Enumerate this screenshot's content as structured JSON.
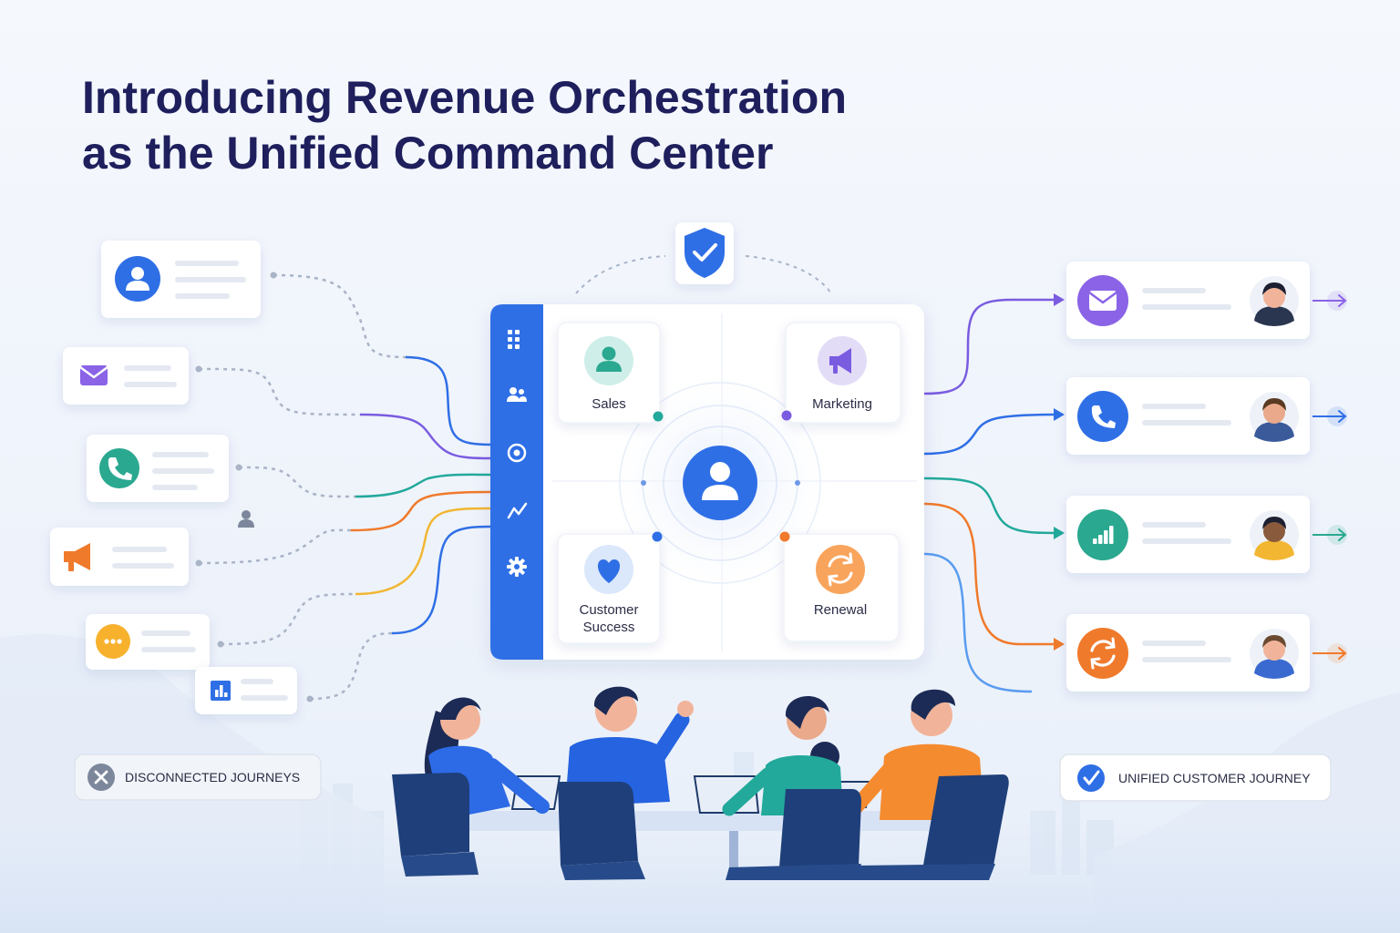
{
  "title": {
    "line1": "Introducing Revenue Orchestration",
    "line2": "as the Unified Command Center"
  },
  "colors": {
    "title": "#1e1f5c",
    "sidebar": "#2f6fe6",
    "blue": "#2f6fe6",
    "purple": "#7a5ce0",
    "teal": "#22a99b",
    "orange": "#f07a2b",
    "yellow": "#f2b632",
    "green_teal": "#2aa890"
  },
  "hub": {
    "sidebar_icons": [
      "grid-icon",
      "users-icon",
      "target-icon",
      "trend-icon",
      "gear-icon"
    ],
    "center_icon": "user-icon",
    "shield_icon": "shield-check-icon",
    "modules": [
      {
        "label": "Sales",
        "icon": "user-icon",
        "color": "#2aa890"
      },
      {
        "label": "Marketing",
        "icon": "megaphone-icon",
        "color": "#7a5ce0"
      },
      {
        "label": "Customer Success",
        "line1": "Customer",
        "line2": "Success",
        "icon": "heart-icon",
        "color": "#2f6fe6"
      },
      {
        "label": "Renewal",
        "icon": "refresh-icon",
        "color": "#f58b3a"
      }
    ]
  },
  "left_cards": [
    {
      "icon": "user-icon",
      "color": "#2f6fe6"
    },
    {
      "icon": "mail-icon",
      "color": "#8a63e6"
    },
    {
      "icon": "phone-icon",
      "color": "#2aa890"
    },
    {
      "icon": "megaphone-icon",
      "color": "#f07a2b"
    },
    {
      "icon": "chat-icon",
      "color": "#f7b12d"
    },
    {
      "icon": "bar-chart-icon",
      "color": "#2f6fe6"
    }
  ],
  "right_cards": [
    {
      "icon": "mail-icon",
      "color": "#8a63e6"
    },
    {
      "icon": "phone-icon",
      "color": "#2f6fe6"
    },
    {
      "icon": "signal-icon",
      "color": "#2aa890"
    },
    {
      "icon": "refresh-icon",
      "color": "#f07a2b"
    }
  ],
  "labels": {
    "disconnected": "DISCONNECTED JOURNEYS",
    "unified": "UNIFIED CUSTOMER JOURNEY"
  }
}
